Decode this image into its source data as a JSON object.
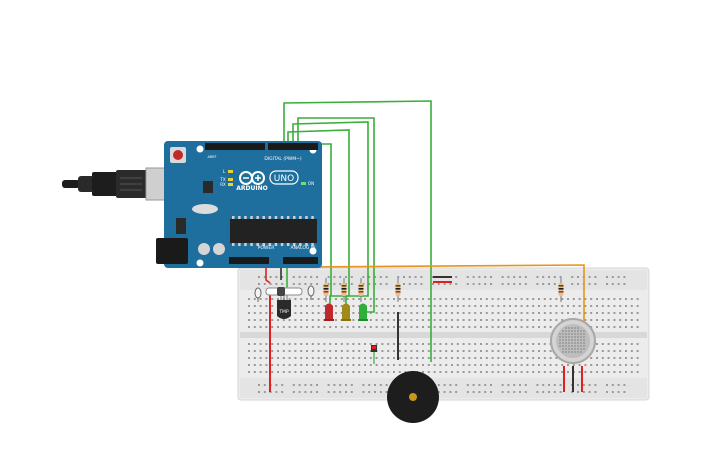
{
  "board": {
    "logo_text": "ARDUINO",
    "model_text": "UNO",
    "digital_label": "DIGITAL (PWM~)",
    "power_label": "POWER",
    "analog_label": "ANALOG IN",
    "on_label": "ON",
    "tx_label": "TX",
    "rx_label": "RX",
    "l_label": "L",
    "aref_label": "AREF"
  },
  "components": {
    "temp_sensor_label": "TMP"
  },
  "colors": {
    "board_blue": "#1f6f9e",
    "wire_green": "#3cae3c",
    "wire_orange": "#e8941c",
    "wire_red": "#e02020",
    "wire_black": "#333333",
    "breadboard": "#ececec",
    "led_red": "#c0282b",
    "led_yellow": "#a08a1a",
    "led_green": "#2fae3a",
    "buzzer": "#1d1d1d"
  }
}
